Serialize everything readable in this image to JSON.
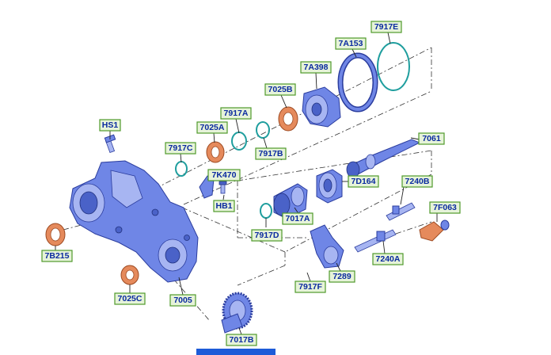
{
  "callouts": [
    {
      "id": "HS1"
    },
    {
      "id": "7917C"
    },
    {
      "id": "7025A"
    },
    {
      "id": "7917A"
    },
    {
      "id": "7025B"
    },
    {
      "id": "7917B"
    },
    {
      "id": "7A398"
    },
    {
      "id": "7A153"
    },
    {
      "id": "7917E"
    },
    {
      "id": "7061"
    },
    {
      "id": "7K470"
    },
    {
      "id": "HB1"
    },
    {
      "id": "7D164"
    },
    {
      "id": "7240B"
    },
    {
      "id": "7F063"
    },
    {
      "id": "7017A"
    },
    {
      "id": "7917D"
    },
    {
      "id": "7240A"
    },
    {
      "id": "7289"
    },
    {
      "id": "7917F"
    },
    {
      "id": "7B215"
    },
    {
      "id": "7025C"
    },
    {
      "id": "7005"
    },
    {
      "id": "7017B"
    }
  ],
  "colors": {
    "label_fill": "#e6f3d9",
    "label_border": "#4f9a2b",
    "label_text": "#0a2aa0",
    "part_blue": "#6f86e6",
    "seal_orange": "#e58a5c",
    "snap_ring_teal": "#1f9e9e"
  }
}
